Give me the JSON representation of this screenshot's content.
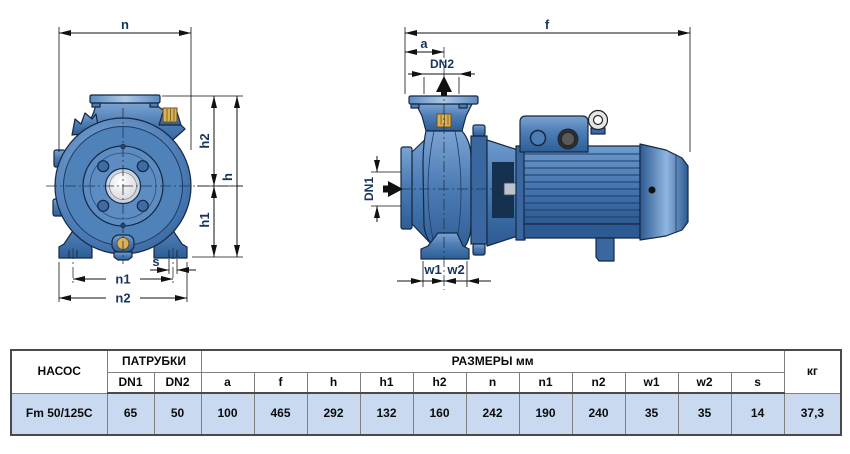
{
  "drawing": {
    "labels": {
      "n": "n",
      "h": "h",
      "h1": "h1",
      "h2": "h2",
      "s": "s",
      "n1": "n1",
      "n2": "n2",
      "f": "f",
      "a": "a",
      "dn1": "DN1",
      "dn2": "DN2",
      "w1": "w1",
      "w2": "w2"
    }
  },
  "table": {
    "headers": {
      "pump": "НАСОС",
      "ports": "ПАТРУБКИ",
      "sizes": "РАЗМЕРЫ мм",
      "weight": "кг",
      "cols": [
        "DN1",
        "DN2",
        "a",
        "f",
        "h",
        "h1",
        "h2",
        "n",
        "n1",
        "n2",
        "w1",
        "w2",
        "s"
      ]
    },
    "row": {
      "model": "Fm 50/125C",
      "values": [
        "65",
        "50",
        "100",
        "465",
        "292",
        "132",
        "160",
        "242",
        "190",
        "240",
        "35",
        "35",
        "14"
      ],
      "weight": "37,3"
    }
  },
  "colors": {
    "body_blue": "#4d7db5",
    "outline_navy": "#152844",
    "brass": "#d9b05c",
    "row_bg": "#c9daf0",
    "dim_text": "#16355e"
  }
}
